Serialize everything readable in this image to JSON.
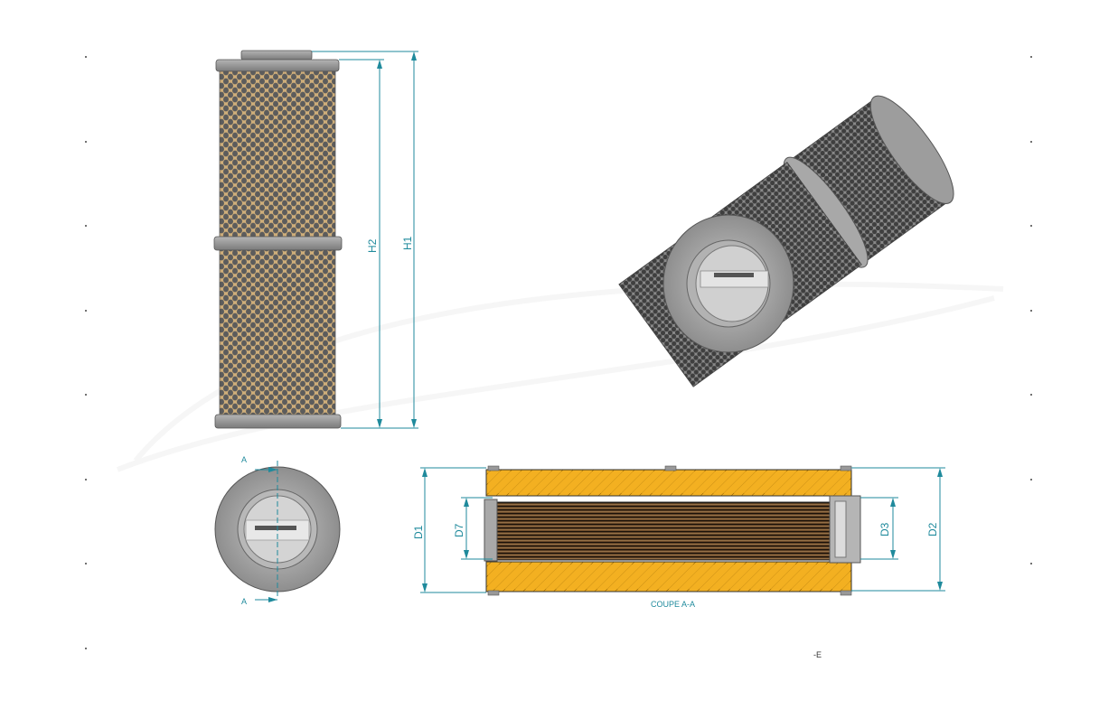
{
  "labels": {
    "h1": "H1",
    "h2": "H2",
    "d1": "D1",
    "d2": "D2",
    "d3": "D3",
    "d7": "D7",
    "section_top": "A",
    "section_bottom": "A",
    "section_caption": "COUPE A-A",
    "corner_mark": "-E"
  },
  "colors": {
    "dimension": "#1f8a9c",
    "mesh": "#6f6f6f",
    "media": "#c7a673",
    "endcap": "#9a9a9a",
    "section_yellow": "#f2b022",
    "pleats": "#3a2a1a"
  }
}
